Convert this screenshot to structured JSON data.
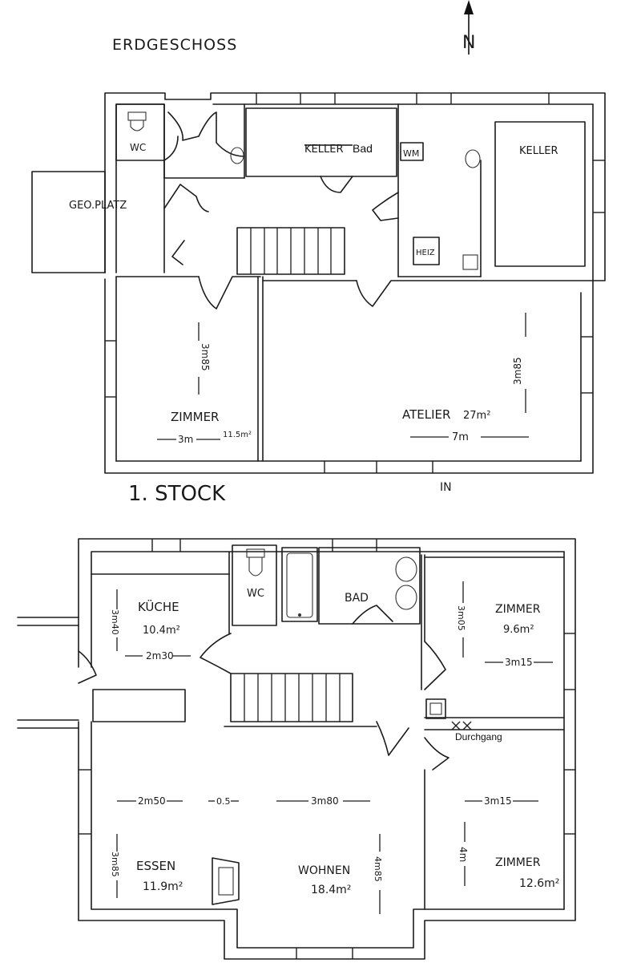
{
  "floor_ground": {
    "title": "ERDGESCHOSS",
    "north": "N",
    "rooms": {
      "wc": "WC",
      "keller_struck": "KELLER",
      "bad": "Bad",
      "wm": "WM",
      "keller": "KELLER",
      "geo_platz": "GEO.PLATZ",
      "heiz": "HEIZ",
      "zimmer": "ZIMMER",
      "atelier": "ATELIER",
      "atelier_area": "27m²"
    },
    "dims": {
      "zimmer_area": "11.5m²",
      "zimmer_w": "3m",
      "zimmer_h": "3m85",
      "atelier_w": "7m",
      "atelier_h": "3m85"
    },
    "entry": "IN"
  },
  "floor_first": {
    "title": "1. STOCK",
    "rooms": {
      "kueche": "KÜCHE",
      "kueche_area": "10.4m²",
      "wc": "WC",
      "bad": "BAD",
      "zimmer1": "ZIMMER",
      "zimmer1_area": "9.6m²",
      "zimmer2": "ZIMMER",
      "zimmer2_area": "12.6m²",
      "essen": "ESSEN",
      "essen_area": "11.9m²",
      "wohnen": "WOHNEN",
      "wohnen_area": "18.4m²",
      "durchgang": "Durchgang"
    },
    "dims": {
      "kueche_h": "3m40",
      "kueche_w": "2m30",
      "zimmer1_h": "3m05",
      "zimmer1_w": "3m15",
      "essen_w": "2m50",
      "gap": "0.5",
      "wohnen_w": "3m80",
      "zimmer2_w": "3m15",
      "essen_h": "3m85",
      "wohnen_h": "4m85",
      "zimmer2_h": "4m"
    }
  }
}
